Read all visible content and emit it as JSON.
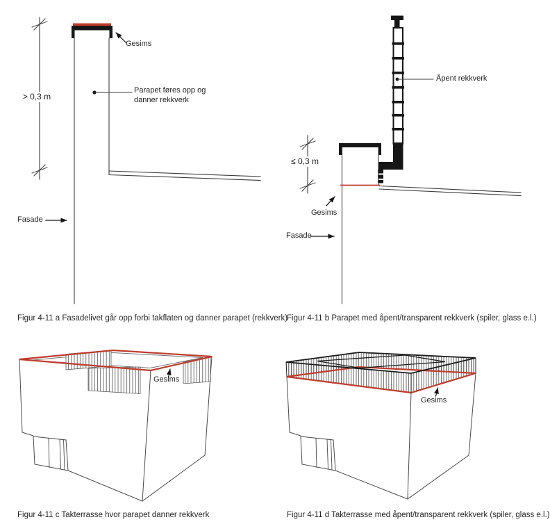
{
  "page": {
    "background": "#ffffff"
  },
  "colors": {
    "gesims_red": "#bf3b2b",
    "line_gray": "#3c3c3c",
    "solid_black": "#161616"
  },
  "figures": {
    "a": {
      "caption": "Figur 4-11 a Fasadelivet går opp forbi takflaten og danner parapet (rekkverk)",
      "labels": {
        "dimension": "> 0,3 m",
        "gesims": "Gesims",
        "parapet_line1": "Parapet føres opp og",
        "parapet_line2": "danner rekkverk",
        "fasade": "Fasade"
      }
    },
    "b": {
      "caption": "Figur 4-11 b Parapet med åpent/transparent rekkverk (spiler, glass e.l.)",
      "labels": {
        "apent_rekkverk": "Åpent rekkverk",
        "dimension": "≤ 0,3 m",
        "gesims": "Gesims",
        "fasade": "Fasade"
      }
    },
    "c": {
      "caption": "Figur 4-11 c Takterrasse hvor parapet danner rekkverk",
      "labels": {
        "gesims": "Gesims"
      }
    },
    "d": {
      "caption": "Figur 4-11 d Takterrasse med åpent/transparent rekkverk (spiler, glass e.l.)",
      "labels": {
        "gesims": "Gesims"
      }
    }
  }
}
